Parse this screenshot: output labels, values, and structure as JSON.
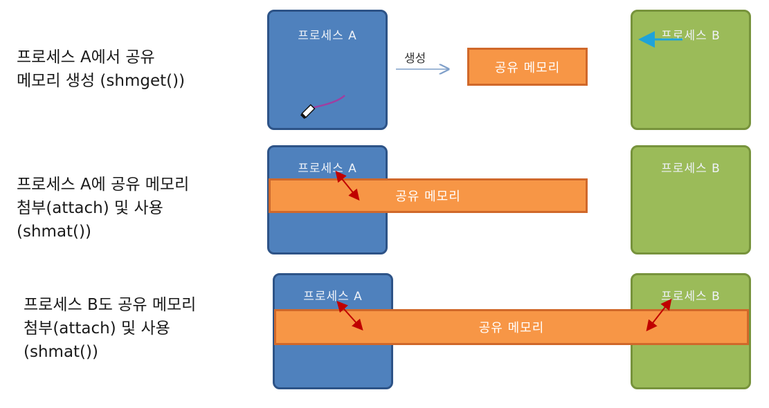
{
  "rows": [
    {
      "caption": [
        "프로세스 A에서 공유",
        "메모리 생성 (shmget())"
      ],
      "process_a_label": "프로세스 A",
      "process_b_label": "프로세스 B",
      "create_label": "생성",
      "shared_memory_label": "공유 메모리"
    },
    {
      "caption": [
        "프로세스 A에 공유 메모리",
        "첨부(attach) 및 사용",
        "(shmat())"
      ],
      "process_a_label": "프로세스 A",
      "process_b_label": "프로세스 B",
      "shared_memory_label": "공유 메모리"
    },
    {
      "caption": [
        "프로세스 B도 공유 메모리",
        "첨부(attach) 및 사용",
        "(shmat())"
      ],
      "process_a_label": "프로세스 A",
      "process_b_label": "프로세스 B",
      "shared_memory_label": "공유 메모리"
    }
  ],
  "colors": {
    "process_a": "#4f81bd",
    "process_b": "#9bbb59",
    "shared_memory": "#f79646",
    "attach_arrow": "#c00000",
    "pointer_arrow": "#1fa3d9",
    "create_arrow": "#7f9fc9"
  }
}
